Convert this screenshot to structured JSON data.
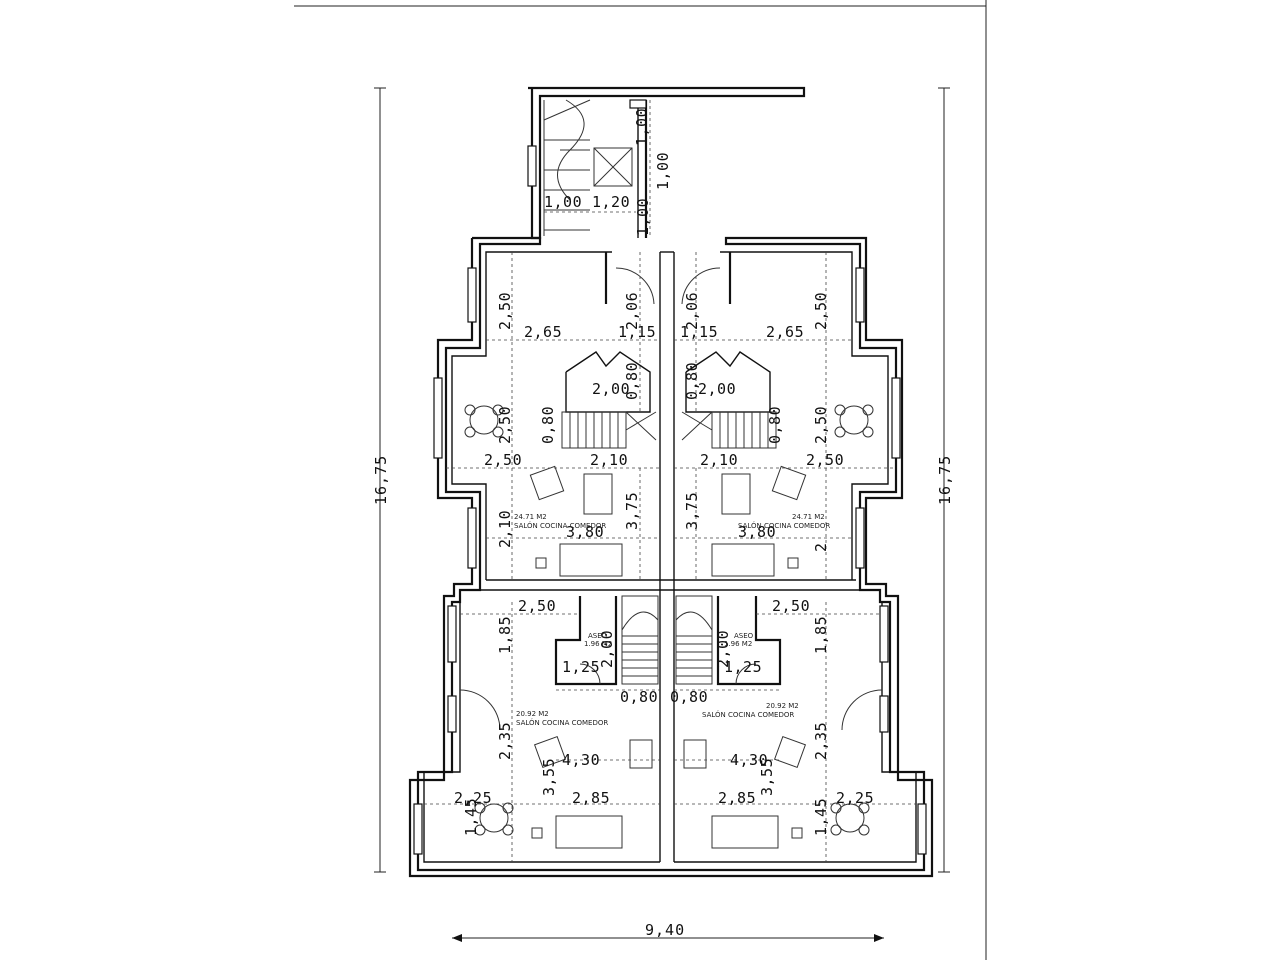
{
  "overall": {
    "height_left": "16,75",
    "height_right": "16,75",
    "width_bottom": "9,40"
  },
  "stair_block": {
    "d1": "1,00",
    "d2": "1,00",
    "d3": "1,00",
    "d4": "1,00",
    "d5": "1,20"
  },
  "upper_left": {
    "d_2_50_a": "2,50",
    "d_2_06": "2,06",
    "d_2_65": "2,65",
    "d_1_15": "1,15",
    "d_2_00": "2,00",
    "d_0_80_a": "0,80",
    "d_0_80_b": "0,80",
    "d_2_50_b": "2,50",
    "d_2_50_c": "2,50",
    "d_2_10_a": "2,10",
    "d_3_75": "3,75",
    "d_2_10_b": "2,10",
    "d_3_80": "3,80",
    "area": "24.71 M2",
    "name": "SALÓN COCINA COMEDOR"
  },
  "upper_right": {
    "d_2_06": "2,06",
    "d_2_50_a": "2,50",
    "d_1_15": "1,15",
    "d_2_65": "2,65",
    "d_0_80_a": "0,80",
    "d_2_00": "2,00",
    "d_0_80_b": "0,80",
    "d_2_50_b": "2,50",
    "d_2_10": "2,10",
    "d_2_50_c": "2,50",
    "d_3_75": "3,75",
    "d_2_10_b": "2",
    "d_3_80": "3,80",
    "area": "24.71 M2",
    "name": "SALÓN COCINA COMEDOR"
  },
  "lower_left": {
    "d_2_50": "2,50",
    "d_1_85": "1,85",
    "d_2_00": "2,00",
    "d_1_25": "1,25",
    "d_0_80": "0,80",
    "d_2_35": "2,35",
    "d_4_30": "4,30",
    "d_3_55": "3,55",
    "d_2_25": "2,25",
    "d_2_85": "2,85",
    "d_1_45": "1,45",
    "area": "20.92 M2",
    "name": "SALÓN COCINA COMEDOR",
    "aseo": "ASEO",
    "aseo_area": "1.96 M2"
  },
  "lower_right": {
    "d_2_50": "2,50",
    "d_1_85": "1,85",
    "d_2_00": "2,00",
    "d_1_25": "1,25",
    "d_0_80": "0,80",
    "d_2_35": "2,35",
    "d_4_30": "4,30",
    "d_3_55": "3,55",
    "d_2_85": "2,85",
    "d_1_45": "1,45",
    "d_2_25": "2,25",
    "area": "20.92 M2",
    "name": "SALÓN COCINA COMEDOR",
    "aseo": "ASEO",
    "aseo_area": "1.96 M2"
  }
}
